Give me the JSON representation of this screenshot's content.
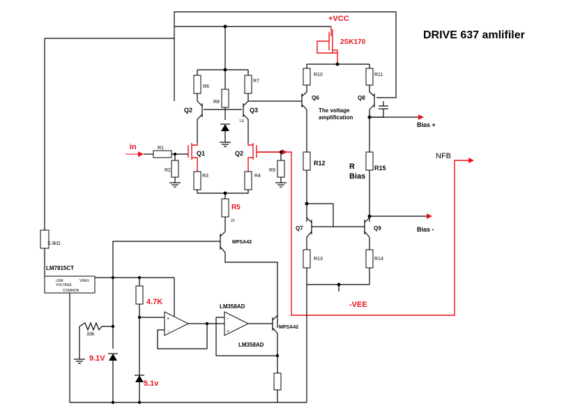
{
  "title": "DRIVE 637 amlifiler",
  "supplies": {
    "vcc": "+VCC",
    "vee": "-VEE"
  },
  "jfet_top": "2SK170",
  "labels": {
    "in": "in",
    "nfb": "NFB",
    "bias_plus": "Bias +",
    "bias_minus": "Bias -",
    "r_bias_1": "R",
    "r_bias_2": "Bias",
    "vamp_1": "The voltage",
    "vamp_2": "amplification"
  },
  "transistors": {
    "q1": "Q1",
    "q2_left": "Q2",
    "q2_right": "Q2",
    "q3": "Q3",
    "q6": "Q6",
    "q7": "Q7",
    "q8": "Q8",
    "q9": "Q9",
    "mpsa42_top": "MPSA42",
    "mpsa42_bottom": "MPSA42",
    "q3_sub": "1.E"
  },
  "resistors": {
    "r1": "R1",
    "r2": "R2",
    "r3": "R3",
    "r4": "R4",
    "r5": "R5",
    "r5_sub": "20",
    "r6": "R6",
    "r7": "R7",
    "r8": "R8",
    "r9": "R9",
    "r10": "R10",
    "r11": "R11",
    "r12": "R12",
    "r13": "R13",
    "r14": "R14",
    "r15": "R15",
    "r_3k3": "3.3kΩ",
    "r_33k": "33k",
    "r_4k7": "4.7K"
  },
  "regulator": {
    "name": "LM7815CT",
    "line": "LINE",
    "voltage": "VOLTAGE",
    "vreg": "VREG",
    "common": "COMMON"
  },
  "opamps": {
    "top": "LM358AD",
    "bottom": "LM358AD"
  },
  "zeners": {
    "z1": "9.1V",
    "z2": "5.1v"
  },
  "opamp_pins": {
    "plus": "+",
    "minus": "-"
  }
}
